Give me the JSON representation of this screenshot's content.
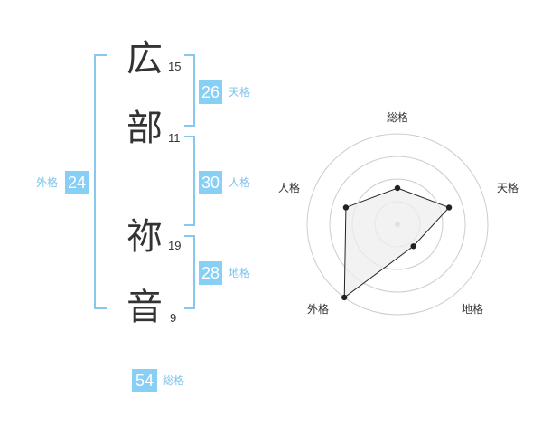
{
  "name": {
    "chars": [
      "広",
      "部",
      "祢",
      "音"
    ],
    "strokes": [
      "15",
      "11",
      "19",
      "9"
    ]
  },
  "fortune": {
    "tenkaku": {
      "value": "26",
      "label": "天格"
    },
    "jinkaku": {
      "value": "30",
      "label": "人格"
    },
    "chikaku": {
      "value": "28",
      "label": "地格"
    },
    "gaikaku": {
      "value": "24",
      "label": "外格"
    },
    "soukaku": {
      "value": "54",
      "label": "総格"
    }
  },
  "chart_data": {
    "type": "radar",
    "axes": [
      "総格",
      "天格",
      "地格",
      "外格",
      "人格"
    ],
    "values": [
      2,
      3,
      1.5,
      5,
      3
    ],
    "max": 5,
    "rings": 4,
    "colors": {
      "ring": "#cccccc",
      "fill": "#eeeeee",
      "line": "#222222",
      "point": "#222222",
      "center": "#bbbbbb"
    }
  }
}
